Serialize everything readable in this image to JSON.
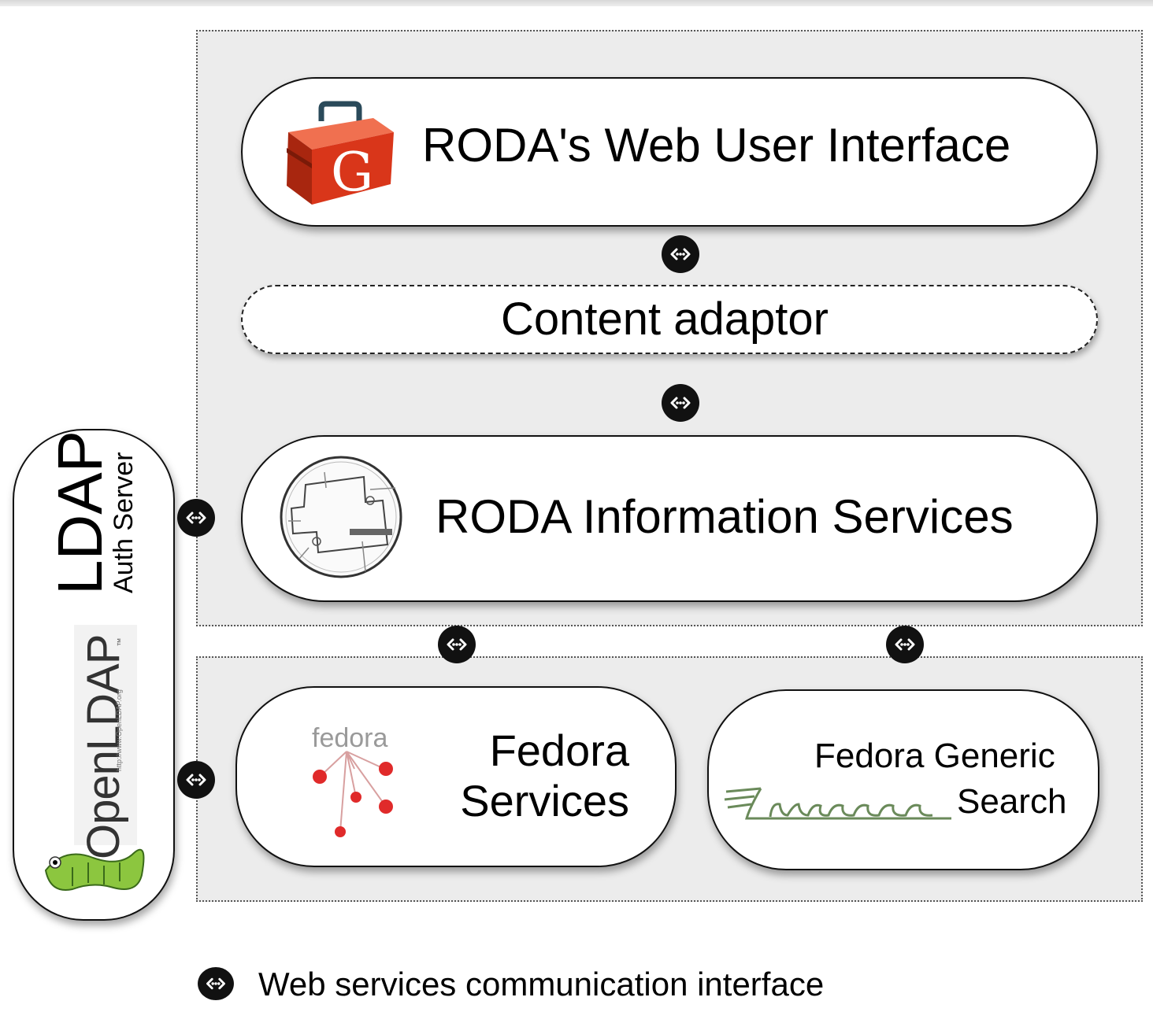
{
  "components": {
    "web_ui": {
      "label": "RODA's Web User Interface",
      "logo": "gwt-toolbox-icon"
    },
    "content_adaptor": {
      "label": "Content adaptor"
    },
    "information_services": {
      "label": "RODA Information Services",
      "logo": "globe-map-icon"
    },
    "fedora_services": {
      "label_line1": "Fedora",
      "label_line2": "Services",
      "logo_text": "fedora"
    },
    "generic_search": {
      "label_line1": "Fedora Generic",
      "label_line2": "Search",
      "logo": "lucene-logo"
    },
    "ldap": {
      "title": "LDAP",
      "subtitle": "Auth Server",
      "logo_text": "OpenLDAP",
      "logo_tm": "™",
      "logo_url": "http://www.OpenLDAP.org"
    }
  },
  "legend": {
    "label": "Web services communication interface",
    "icon": "web-service-connector-icon"
  },
  "colors": {
    "region_fill": "#ececec",
    "box_fill": "#ffffff",
    "connector": "#111111",
    "gwt_red": "#d9361a",
    "fedora_red": "#e02a2a",
    "lucene_green": "#6a8a5a"
  }
}
